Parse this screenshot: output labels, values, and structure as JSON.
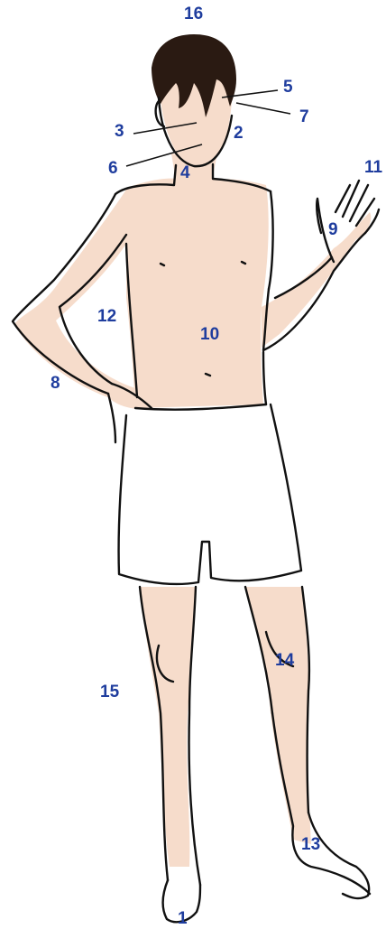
{
  "colors": {
    "label": "#1f3d9e",
    "line": "#111111",
    "skin": "#f6dccb",
    "hair": "#2a1a12"
  },
  "labels": {
    "n1": "1",
    "n2": "2",
    "n3": "3",
    "n4": "4",
    "n5": "5",
    "n6": "6",
    "n7": "7",
    "n8": "8",
    "n9": "9",
    "n10": "10",
    "n11": "11",
    "n12": "12",
    "n13": "13",
    "n14": "14",
    "n15": "15",
    "n16": "16"
  }
}
